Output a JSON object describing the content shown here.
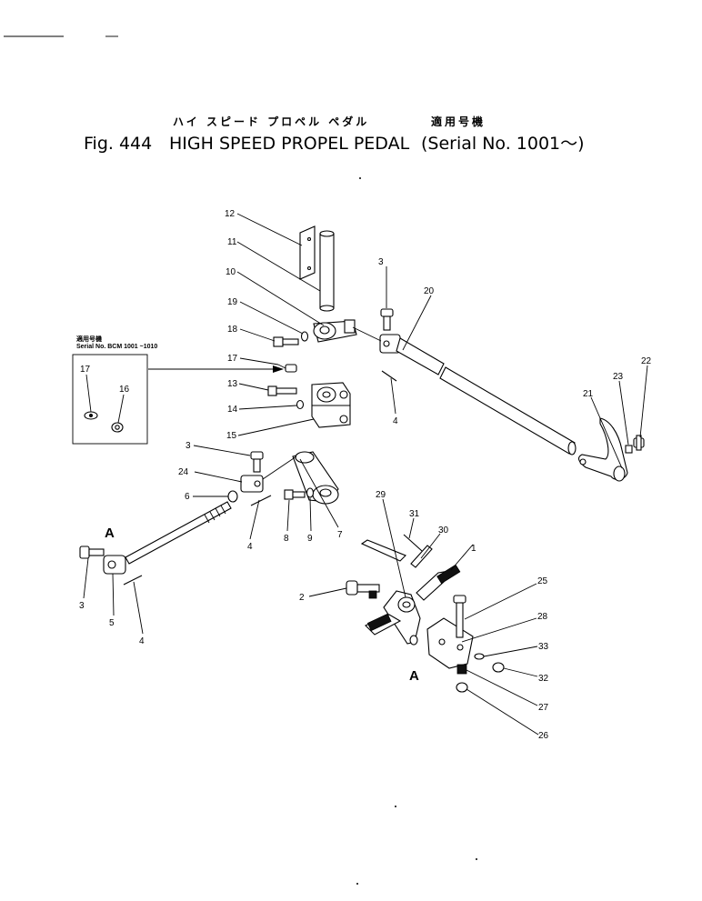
{
  "header": {
    "jp_title": "ハイ スピード プロペル ペダル",
    "jp_serial": "適用号機",
    "fig_label": "Fig. 444",
    "title": "HIGH SPEED PROPEL PEDAL",
    "serial": "(Serial No. 1001～)"
  },
  "inset": {
    "jp_note": "適用号機",
    "serial": "Serial No. BCM 1001 ~1010",
    "labels": [
      "17",
      "16"
    ]
  },
  "markers": [
    "A",
    "A"
  ],
  "callouts": [
    "12",
    "11",
    "10",
    "19",
    "18",
    "17",
    "13",
    "14",
    "15",
    "3",
    "20",
    "4",
    "21",
    "23",
    "22",
    "3",
    "24",
    "6",
    "4",
    "8",
    "9",
    "7",
    "A",
    "3",
    "5",
    "4",
    "29",
    "31",
    "30",
    "1",
    "25",
    "2",
    "28",
    "33",
    "32",
    "27",
    "26"
  ]
}
